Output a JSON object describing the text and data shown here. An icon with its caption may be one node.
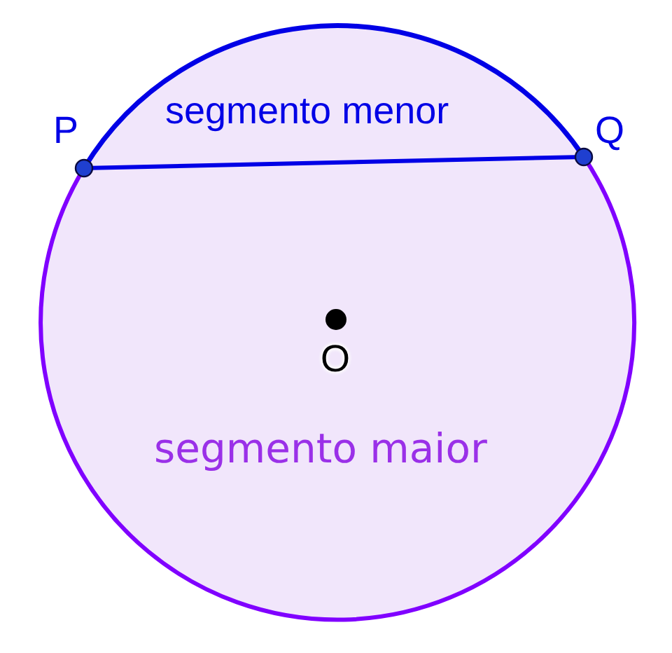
{
  "diagram": {
    "labels": [
      "P",
      "segmento menor",
      "Q",
      "O",
      "segmento maior"
    ]
  }
}
